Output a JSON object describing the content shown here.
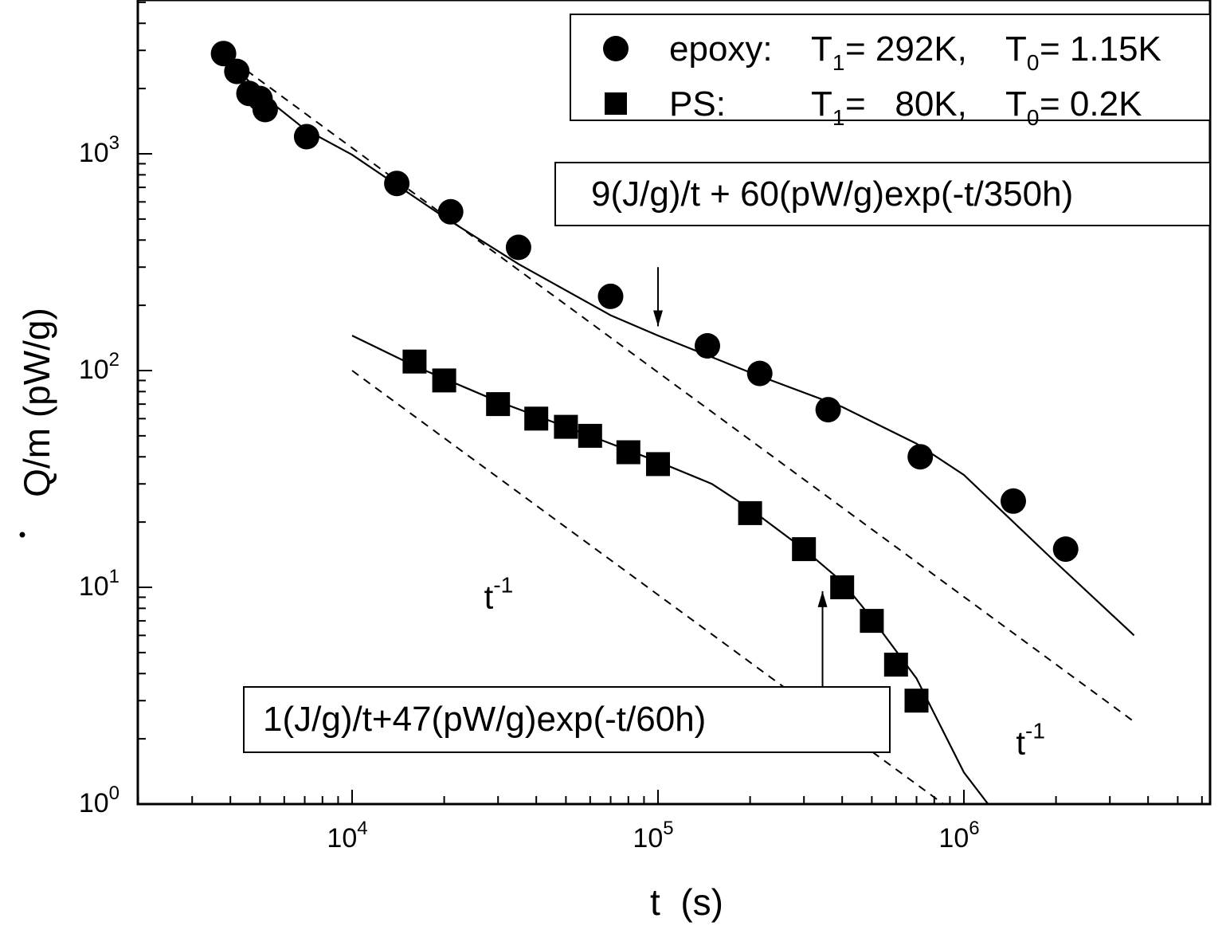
{
  "chart_data": {
    "type": "scatter",
    "xscale": "log",
    "yscale": "log",
    "xlim": [
      2000,
      8000000
    ],
    "ylim": [
      1,
      6000
    ],
    "xlabel": "t  (s)",
    "ylabel": "Q/m (pW/g)",
    "grid": false,
    "legend_position": "top-right",
    "x_ticks": [
      {
        "base": "10",
        "exp": "4",
        "value": 10000
      },
      {
        "base": "10",
        "exp": "5",
        "value": 100000
      },
      {
        "base": "10",
        "exp": "6",
        "value": 1000000
      }
    ],
    "y_ticks": [
      {
        "base": "10",
        "exp": "0",
        "value": 1
      },
      {
        "base": "10",
        "exp": "1",
        "value": 10
      },
      {
        "base": "10",
        "exp": "2",
        "value": 100
      },
      {
        "base": "10",
        "exp": "3",
        "value": 1000
      }
    ],
    "series": [
      {
        "name": "epoxy",
        "marker": "circle",
        "legend": {
          "label": "epoxy:",
          "T1": "292K",
          "T0": "1.15K"
        },
        "x": [
          3800,
          4200,
          4600,
          5000,
          5200,
          7100,
          14000,
          21000,
          35000,
          70000,
          145000,
          215000,
          360000,
          720000,
          1450000,
          2150000
        ],
        "y": [
          2900,
          2400,
          1900,
          1800,
          1600,
          1200,
          730,
          540,
          370,
          220,
          130,
          97,
          66,
          40,
          25,
          15
        ]
      },
      {
        "name": "PS",
        "marker": "square",
        "legend": {
          "label": "PS:",
          "T1": "  80K",
          "T0": "0.2K"
        },
        "x": [
          16000,
          20000,
          30000,
          40000,
          50000,
          60000,
          80000,
          100000,
          200000,
          300000,
          400000,
          500000,
          600000,
          700000
        ],
        "y": [
          110,
          90,
          70,
          60,
          55,
          50,
          42,
          37,
          22,
          15,
          10,
          7,
          4.4,
          3
        ]
      }
    ],
    "fit_lines": [
      {
        "label": "9(J/g)/t + 60(pW/g)exp(-t/350h)",
        "x": [
          3800,
          5000,
          7000,
          10000,
          20000,
          35000,
          70000,
          100000,
          200000,
          400000,
          700000,
          1000000,
          2000000,
          3600000
        ],
        "y": [
          2900,
          1900,
          1300,
          990,
          510,
          310,
          180,
          145,
          98,
          68,
          46,
          33,
          13,
          6
        ]
      },
      {
        "label": "1(J/g)/t+47(pW/g)exp(-t/60h)",
        "x": [
          10000,
          16000,
          30000,
          60000,
          100000,
          150000,
          200000,
          300000,
          400000,
          500000,
          700000,
          1000000,
          1200000
        ],
        "y": [
          145,
          105,
          72,
          50,
          38,
          30,
          23,
          15,
          10.6,
          7.2,
          3.8,
          1.4,
          1
        ]
      }
    ],
    "reference_lines": [
      {
        "label": "t-1",
        "x": [
          3800,
          3600000
        ],
        "y": [
          2900,
          2.4
        ]
      },
      {
        "label": "t-1",
        "x": [
          10000,
          920000
        ],
        "y": [
          100,
          0.93
        ]
      }
    ],
    "annotations": [
      {
        "text_base": "t",
        "text_exp": "-1",
        "x": 27000,
        "y": 8
      },
      {
        "text_base": "t",
        "text_exp": "-1",
        "x": 1480000,
        "y": 1.7
      }
    ],
    "arrows": [
      {
        "from": [
          100000,
          300
        ],
        "to": [
          100000,
          160
        ]
      },
      {
        "from": [
          345000,
          3.1
        ],
        "to": [
          345000,
          9.6
        ]
      }
    ]
  },
  "legend": {
    "t_sub1": "1",
    "t_sub0": "0",
    "t_letter": "T",
    "eq": "="
  }
}
